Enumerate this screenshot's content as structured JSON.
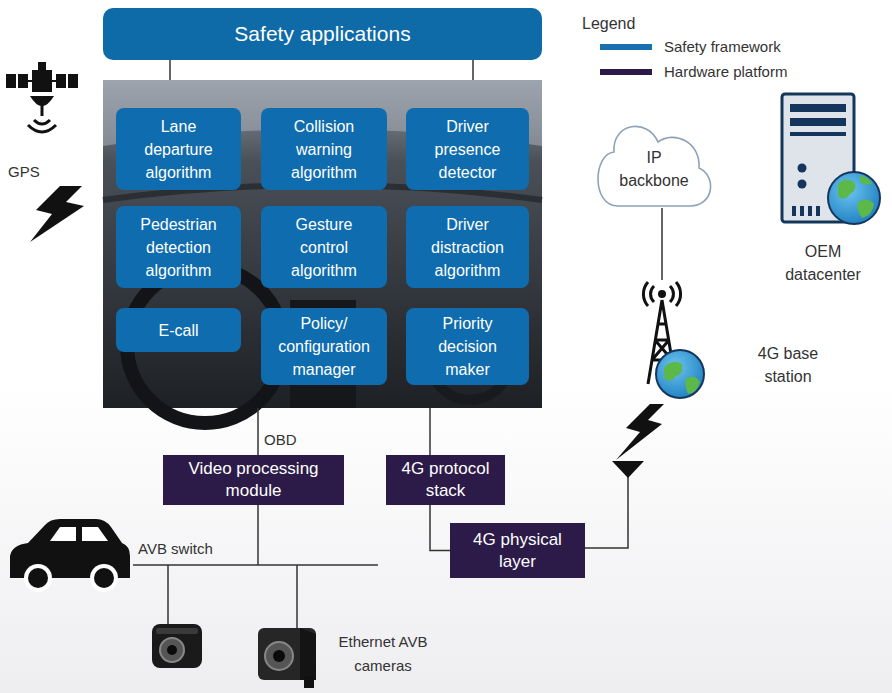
{
  "diagram": {
    "nodes": [
      {
        "text": [
          "Safety applications"
        ]
      },
      {
        "text": [
          "Lane departure algorithm"
        ]
      },
      {
        "text": [
          "Collision warning algorithm"
        ]
      },
      {
        "text": [
          "Driver presence detector"
        ]
      },
      {
        "text": [
          "Pedestrian detection algorithm"
        ]
      },
      {
        "text": [
          "Gesture control algorithm"
        ]
      },
      {
        "text": [
          "Driver distraction algorithm"
        ]
      },
      {
        "text": [
          "E-call"
        ]
      },
      {
        "text": [
          "Policy/ configuration manager"
        ]
      },
      {
        "text": [
          "Priority decision maker"
        ]
      },
      {
        "text": [
          "IP backbone"
        ]
      },
      {
        "text": [
          "OEM datacenter"
        ]
      },
      {
        "text": [
          "4G base station"
        ]
      },
      {
        "text": [
          "Video processing module"
        ]
      },
      {
        "text": [
          "4G protocol stack"
        ]
      },
      {
        "text": [
          "4G physical layer"
        ]
      }
    ],
    "edges": [
      {
        "from": 10,
        "to": 12,
        "arrow": "none"
      },
      {
        "from": 14,
        "to": 15,
        "arrow": "none"
      }
    ],
    "labels": [
      "GPS",
      "OBD",
      "AVB switch",
      "Ethernet AVB cameras",
      "Legend"
    ],
    "legend": [
      {
        "text": "Safety framework",
        "color": "#1a6fb0"
      },
      {
        "text": "Hardware platform",
        "color": "#2c1b48"
      }
    ]
  }
}
